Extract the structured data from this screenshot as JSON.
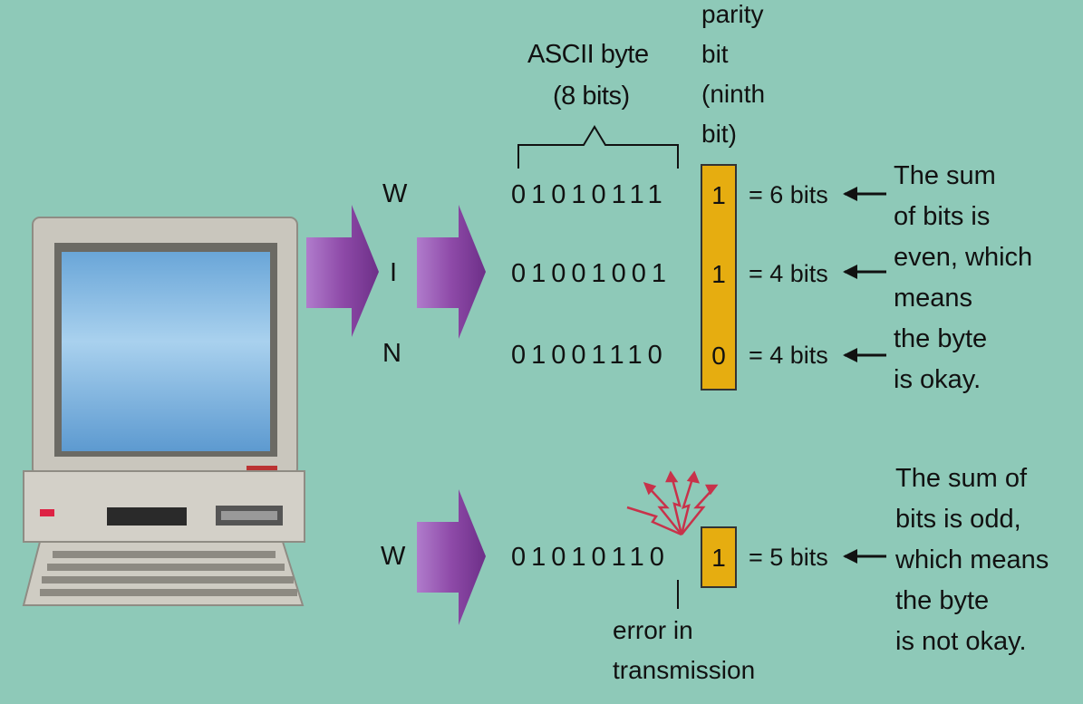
{
  "header": {
    "ascii_label": "ASCII byte",
    "ascii_sub": "(8 bits)",
    "parity_label": "parity\nbit\n(ninth\nbit)"
  },
  "rows": [
    {
      "letter": "W",
      "bits": "01010111",
      "parity": "1",
      "sum": "= 6 bits"
    },
    {
      "letter": "I",
      "bits": "01001001",
      "parity": "1",
      "sum": "= 4 bits"
    },
    {
      "letter": "N",
      "bits": "01001110",
      "parity": "0",
      "sum": "= 4 bits"
    }
  ],
  "ok_note": "The sum\nof bits is\neven, which\nmeans\nthe byte\nis okay.",
  "error_row": {
    "letter": "W",
    "bits": "01010110",
    "parity": "1",
    "sum": "= 5 bits"
  },
  "error_label": "error in\ntransmission",
  "bad_note": "The sum of\nbits is odd,\nwhich means\nthe byte\nis not okay.",
  "colors": {
    "background": "#8ec9b8",
    "parity_bar": "#e6ad10",
    "arrow": "#8e4aa8",
    "spark": "#c8324a"
  }
}
